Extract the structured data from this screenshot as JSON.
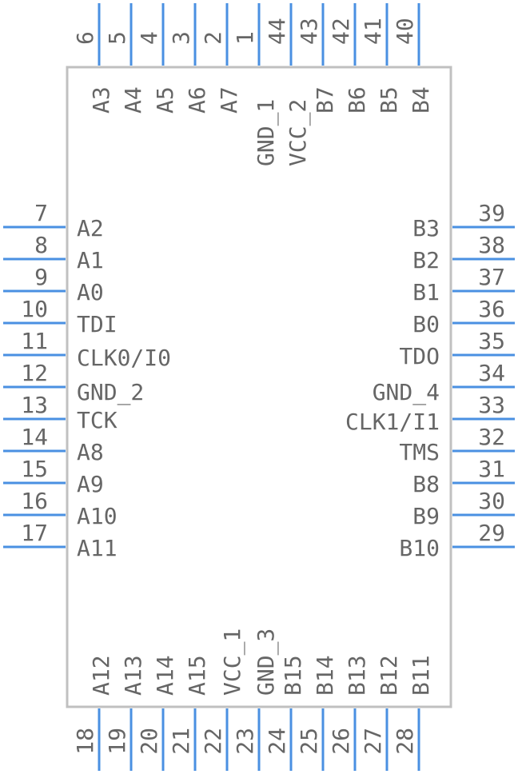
{
  "component": {
    "pins": [
      {
        "num": "1",
        "name": "A7"
      },
      {
        "num": "2",
        "name": "A6"
      },
      {
        "num": "3",
        "name": "A5"
      },
      {
        "num": "4",
        "name": "A4"
      },
      {
        "num": "5",
        "name": "A3"
      },
      {
        "num": "6",
        "name": ""
      },
      {
        "num": "7",
        "name": "A2"
      },
      {
        "num": "8",
        "name": "A1"
      },
      {
        "num": "9",
        "name": "A0"
      },
      {
        "num": "10",
        "name": "TDI"
      },
      {
        "num": "11",
        "name": "CLK0/I0"
      },
      {
        "num": "12",
        "name": "GND_2"
      },
      {
        "num": "13",
        "name": "TCK"
      },
      {
        "num": "14",
        "name": "A8"
      },
      {
        "num": "15",
        "name": "A9"
      },
      {
        "num": "16",
        "name": "A10"
      },
      {
        "num": "17",
        "name": "A11"
      },
      {
        "num": "18",
        "name": ""
      },
      {
        "num": "19",
        "name": "A12"
      },
      {
        "num": "20",
        "name": "A13"
      },
      {
        "num": "21",
        "name": "A14"
      },
      {
        "num": "22",
        "name": "A15"
      },
      {
        "num": "23",
        "name": "VCC_1"
      },
      {
        "num": "24",
        "name": "GND_3"
      },
      {
        "num": "25",
        "name": "B15"
      },
      {
        "num": "26",
        "name": "B14"
      },
      {
        "num": "27",
        "name": "B13"
      },
      {
        "num": "28",
        "name": "B12"
      },
      {
        "num": "29",
        "name": "B10"
      },
      {
        "num": "30",
        "name": "B9"
      },
      {
        "num": "31",
        "name": "B8"
      },
      {
        "num": "32",
        "name": "TMS"
      },
      {
        "num": "33",
        "name": "CLK1/I1"
      },
      {
        "num": "34",
        "name": "GND_4"
      },
      {
        "num": "35",
        "name": "TDO"
      },
      {
        "num": "36",
        "name": "B0"
      },
      {
        "num": "37",
        "name": "B1"
      },
      {
        "num": "38",
        "name": "B2"
      },
      {
        "num": "39",
        "name": "B3"
      },
      {
        "num": "40",
        "name": "B4"
      },
      {
        "num": "41",
        "name": "B5"
      },
      {
        "num": "42",
        "name": "B6"
      },
      {
        "num": "43",
        "name": "B7"
      },
      {
        "num": "44",
        "name": "GND_1"
      }
    ],
    "extra_labels": [
      "VCC_2",
      "B11"
    ],
    "colors": {
      "pin": "#4a90e2",
      "body": "#c0c0c0",
      "text": "#666666"
    }
  }
}
